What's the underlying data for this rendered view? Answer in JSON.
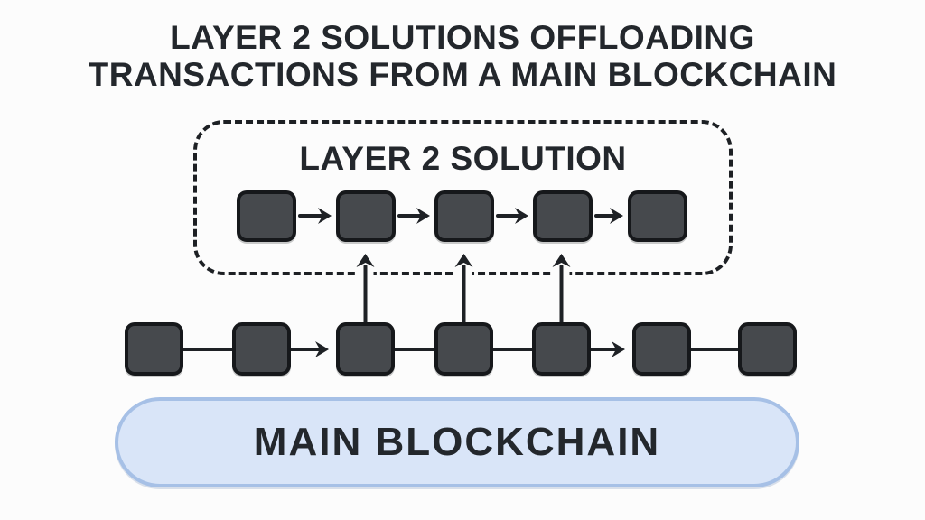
{
  "canvas": {
    "background": "#fcfcfc"
  },
  "title": {
    "line1": "LAYER 2 SOLUTIONS OFFLOADING",
    "line2": "TRANSACTIONS FROM A MAIN BLOCKCHAIN"
  },
  "layer2_box": {
    "label": "LAYER 2 SOLUTION",
    "block_count": 5,
    "border_style": "dashed-rounded",
    "connectors": [
      "arrow",
      "arrow",
      "arrow",
      "arrow"
    ]
  },
  "main_chain": {
    "block_count": 7,
    "connectors": [
      "line",
      "arrow",
      "line",
      "line",
      "arrow",
      "line"
    ],
    "offload_arrows_from_blocks": [
      3,
      4,
      5
    ]
  },
  "main_blockchain": {
    "label": "MAIN BLOCKCHAIN"
  },
  "colors": {
    "canvas_bg": "#fcfcfc",
    "text": "#23272c",
    "dash_border": "#1d2024",
    "block_fill": "#46494d",
    "block_border": "#16181b",
    "line": "#1e2125",
    "pill_fill": "#d9e5f8",
    "pill_border": "#a6c0e6"
  }
}
